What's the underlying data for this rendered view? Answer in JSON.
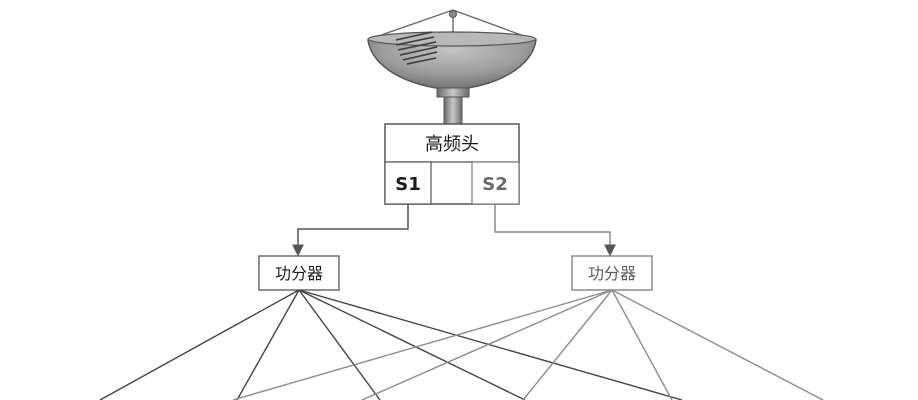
{
  "lnb": {
    "title": "高频头"
  },
  "ports": {
    "s1": "S1",
    "s2": "S2"
  },
  "splitters": {
    "left": "功分器",
    "right": "功分器"
  },
  "colors": {
    "dark_line": "#444444",
    "light_line": "#8c8c8c",
    "box_border": "#555555",
    "dish": "#9a9a9a"
  },
  "icons": {
    "dish": "satellite-dish-icon"
  }
}
